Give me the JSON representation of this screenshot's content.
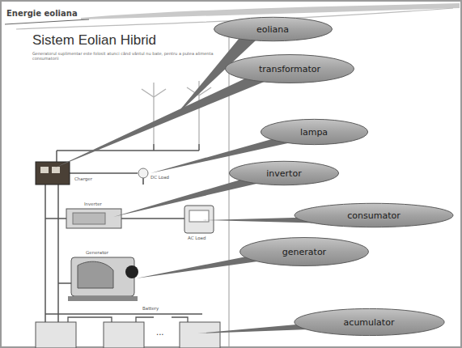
{
  "diagram": {
    "title": "Sistem Eolian Hibrid",
    "nodes": [
      {
        "text": [
          "eoliana"
        ]
      },
      {
        "text": [
          "transformator"
        ]
      },
      {
        "text": [
          "lampa"
        ]
      },
      {
        "text": [
          "invertor"
        ]
      },
      {
        "text": [
          "consumator"
        ]
      },
      {
        "text": [
          "generator"
        ]
      },
      {
        "text": [
          "acumulator"
        ]
      }
    ],
    "labels": [
      "Energie eoliana",
      "Generatorul suplimentar este folosit atunci când vântul nu bate, pentru a putea alimenta consumatorii",
      "Charger",
      "DC Load",
      "Inverter",
      "AC Load",
      "Generator",
      "Battery",
      "..."
    ]
  }
}
